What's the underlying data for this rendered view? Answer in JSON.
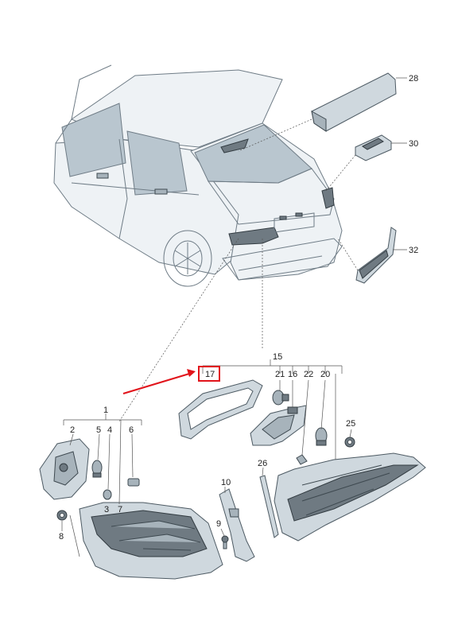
{
  "callouts": {
    "n1": "1",
    "n2": "2",
    "n3": "3",
    "n4": "4",
    "n5": "5",
    "n6": "6",
    "n7": "7",
    "n8": "8",
    "n9": "9",
    "n10": "10",
    "n15": "15",
    "n16": "16",
    "n17": "17",
    "n20": "20",
    "n21": "21",
    "n22": "22",
    "n25": "25",
    "n26": "26",
    "n28": "28",
    "n30": "30",
    "n32": "32"
  },
  "highlight": {
    "color": "#e1141b",
    "target": "17"
  }
}
